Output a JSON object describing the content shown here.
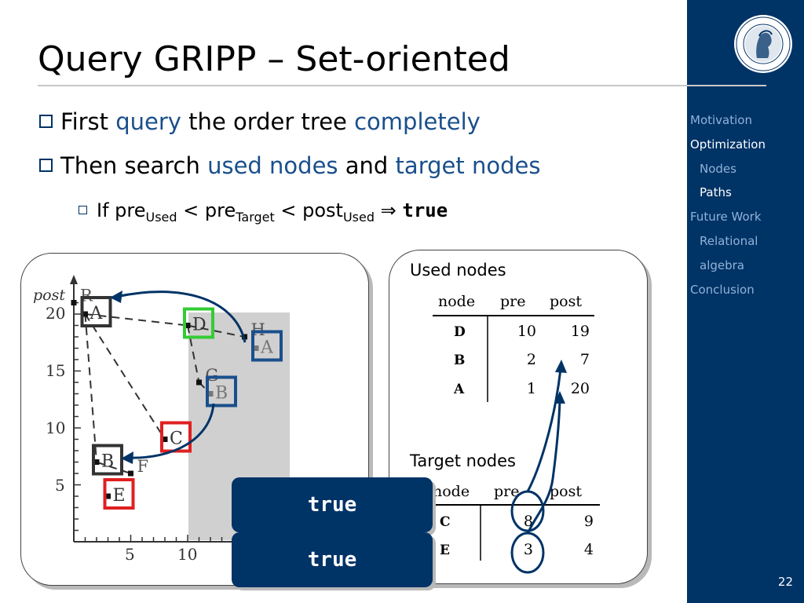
{
  "slide": {
    "title": "Query GRIPP – Set-oriented",
    "page_number": "22",
    "bullets": [
      {
        "parts": [
          "First ",
          "query",
          " the order tree ",
          "completely"
        ]
      },
      {
        "parts": [
          "Then search ",
          "used nodes",
          " and ",
          "target nodes"
        ]
      }
    ],
    "sub_bullet": {
      "if": "If pre",
      "sub_used": "Used",
      "lt1": " < pre",
      "sub_target": "Target",
      "lt2": " < post",
      "sub_used2": "Used",
      "implies": " ⇒ ",
      "result": "true"
    }
  },
  "sidebar": {
    "items": [
      {
        "label": "Motivation"
      },
      {
        "label": "Optimization"
      },
      {
        "label": "Nodes"
      },
      {
        "label": "Paths"
      },
      {
        "label": "Future Work"
      },
      {
        "label": "Relational"
      },
      {
        "label": "algebra"
      },
      {
        "label": "Conclusion"
      }
    ]
  },
  "plot": {
    "ylabel": "post",
    "yticks": [
      "20",
      "15",
      "10",
      "5"
    ],
    "xticks": [
      "5",
      "10"
    ],
    "points": [
      {
        "label": "R",
        "pre": 0,
        "post": 21
      },
      {
        "label": "A",
        "pre": 1,
        "post": 20,
        "box": "A",
        "box_color": "#333333"
      },
      {
        "label": "D",
        "pre": 10,
        "post": 19,
        "box": "D",
        "box_color": "#33cc33"
      },
      {
        "label": "H",
        "pre": 15,
        "post": 18
      },
      {
        "label": "A",
        "pre": 16,
        "post": 17,
        "box": "A",
        "box_color": "#1a4f8c",
        "grey": true
      },
      {
        "label": "G",
        "pre": 11,
        "post": 14
      },
      {
        "label": "B",
        "pre": 12,
        "post": 13,
        "box": "B",
        "box_color": "#1a4f8c",
        "grey": true
      },
      {
        "label": "C",
        "pre": 8,
        "post": 9,
        "box": "C",
        "box_color": "#e02020"
      },
      {
        "label": "B",
        "pre": 2,
        "post": 7,
        "box": "B",
        "box_color": "#333333"
      },
      {
        "label": "F",
        "pre": 5,
        "post": 6
      },
      {
        "label": "E",
        "pre": 3,
        "post": 4,
        "box": "E",
        "box_color": "#e02020"
      }
    ]
  },
  "used_nodes": {
    "title": "Used nodes",
    "columns": [
      "node",
      "pre",
      "post"
    ],
    "rows": [
      [
        "D",
        "10",
        "19"
      ],
      [
        "B",
        "2",
        "7"
      ],
      [
        "A",
        "1",
        "20"
      ]
    ]
  },
  "target_nodes": {
    "title": "Target nodes",
    "columns": [
      "node",
      "pre",
      "post"
    ],
    "rows": [
      [
        "C",
        "8",
        "9"
      ],
      [
        "E",
        "3",
        "4"
      ]
    ]
  },
  "results": [
    "true",
    "true"
  ]
}
